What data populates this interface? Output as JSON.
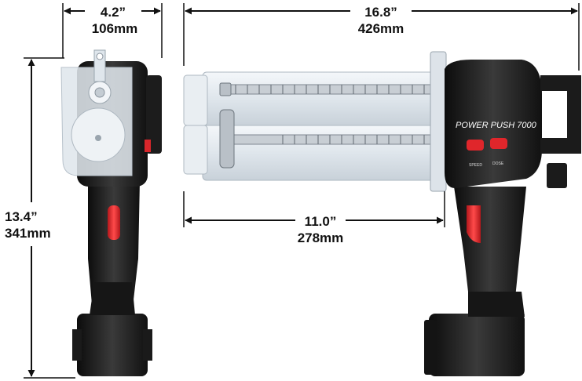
{
  "dimensions": {
    "width": {
      "imperial": "4.2”",
      "metric": "106mm"
    },
    "length": {
      "imperial": "16.8”",
      "metric": "426mm"
    },
    "height": {
      "imperial": "13.4”",
      "metric": "341mm"
    },
    "cartridge_length": {
      "imperial": "11.0”",
      "metric": "278mm"
    }
  },
  "product": {
    "brand_label": "POWER PUSH 7000",
    "buttons": [
      {
        "label": "SPEED"
      },
      {
        "label": "DOSE"
      }
    ]
  },
  "colors": {
    "body": "#1e1e1e",
    "button_red": "#e0262b",
    "cartridge": "#e6ecf1",
    "dimension_line": "#111111"
  }
}
